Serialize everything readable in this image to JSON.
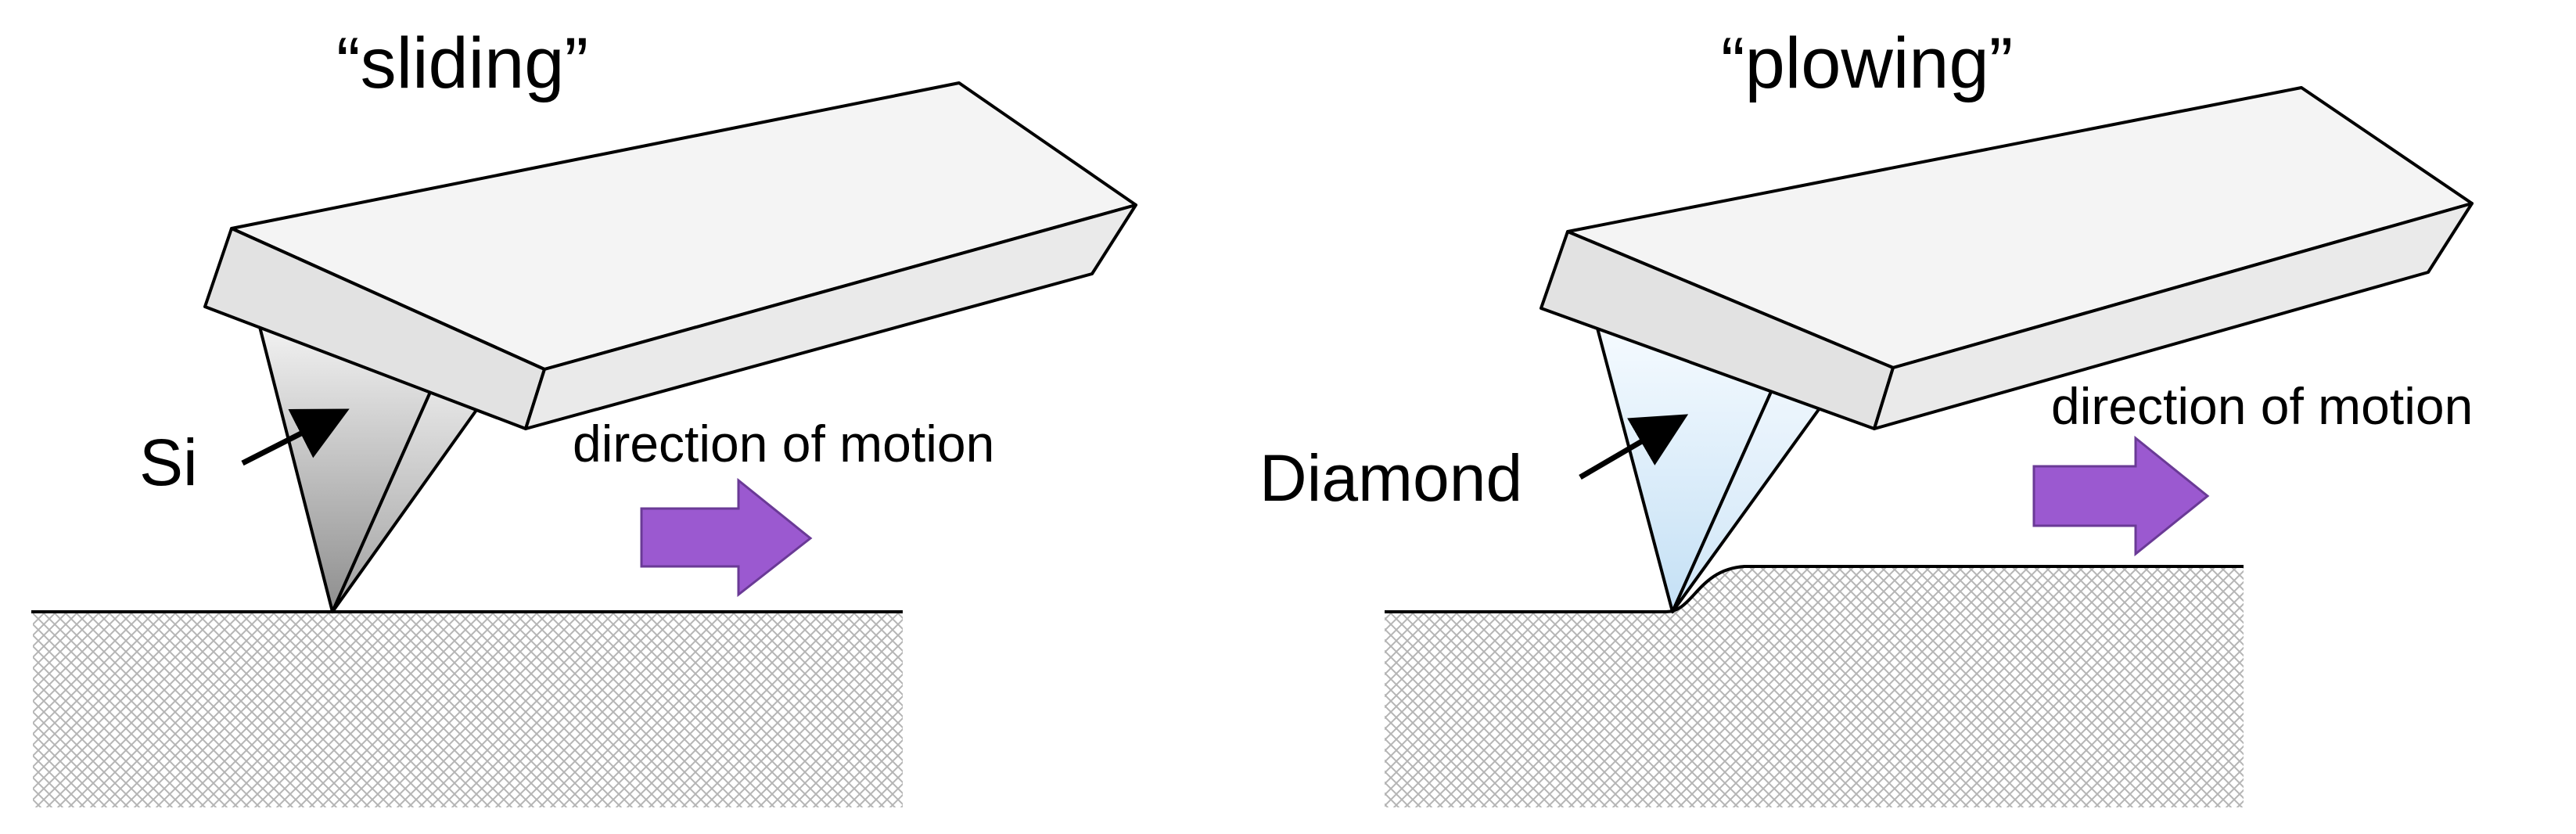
{
  "panels": [
    {
      "mode_label": "“sliding”",
      "tip_material": "Si",
      "direction_label": "direction of motion"
    },
    {
      "mode_label": "“plowing”",
      "tip_material": "Diamond",
      "direction_label": "direction of motion"
    }
  ],
  "colors": {
    "si_tip": "#9a9a9a",
    "diamond_tip": "#cfe6f7",
    "arrow": "#9b59d0",
    "cantilever": "#efefef",
    "substrate_hatch": "#b5b5b5"
  }
}
